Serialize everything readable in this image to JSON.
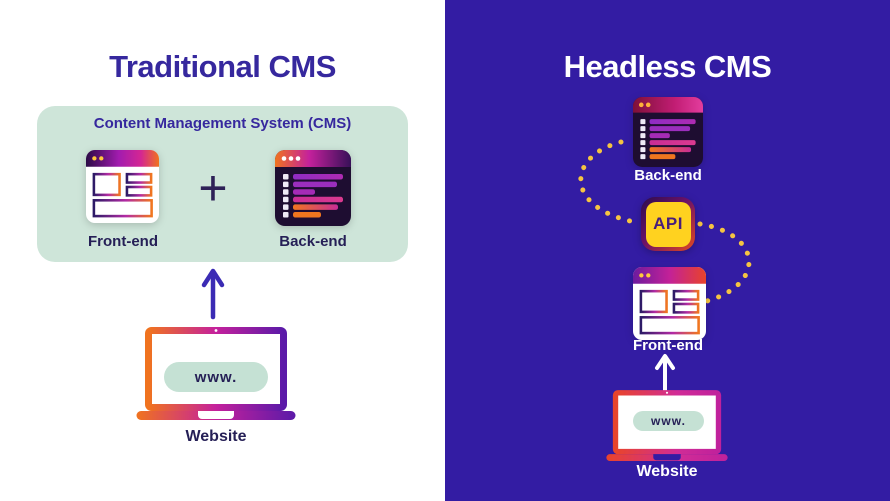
{
  "left": {
    "title": "Traditional CMS",
    "cms_box_title": "Content Management System (CMS)",
    "frontend_label": "Front-end",
    "plus_sign": "+",
    "backend_label": "Back-end",
    "url_text": "www.",
    "website_label": "Website"
  },
  "right": {
    "title": "Headless CMS",
    "backend_label": "Back-end",
    "api_label": "API",
    "frontend_label": "Front-end",
    "url_text": "www.",
    "website_label": "Website"
  },
  "icons": {
    "frontend": "browser-window-icon",
    "backend": "code-window-icon",
    "api": "api-badge-icon",
    "laptop": "laptop-icon",
    "arrow": "up-arrow-icon",
    "connector": "dotted-curve-connector"
  },
  "colors": {
    "left_bg": "#FFFFFF",
    "right_bg": "#331CA3",
    "indigo_text": "#36289E",
    "white_text": "#FFFFFF",
    "mint_box": "#CEE5D9",
    "mint_pill": "#C5E1D4",
    "navy_text": "#251F56",
    "arrow_indigo": "#3B2BB4",
    "dot_yellow": "#F5C442",
    "api_fill": "#FFD21F",
    "api_text": "#471D7C"
  }
}
